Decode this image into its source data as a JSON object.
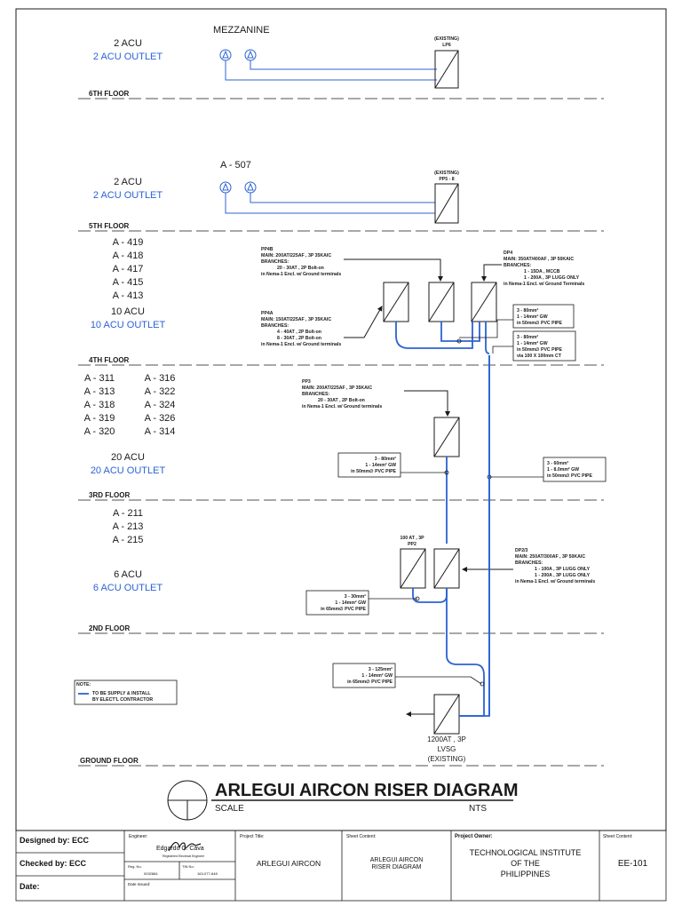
{
  "title": {
    "main": "ARLEGUI AIRCON RISER DIAGRAM",
    "scale_label": "SCALE",
    "scale_value": "NTS"
  },
  "floors": {
    "sixth": "6TH FLOOR",
    "fifth": "5TH FLOOR",
    "fourth": "4TH FLOOR",
    "third": "3RD FLOOR",
    "second": "2ND FLOOR",
    "ground": "GROUND FLOOR"
  },
  "mezzanine": {
    "label": "MEZZANINE",
    "acu": "2 ACU",
    "outlet": "2 ACU OUTLET"
  },
  "fifth_floor": {
    "room": "A - 507",
    "acu": "2 ACU",
    "outlet": "2 ACU OUTLET"
  },
  "fourth_floor": {
    "rooms": [
      "A - 419",
      "A - 418",
      "A - 417",
      "A - 415",
      "A - 413"
    ],
    "acu": "10 ACU",
    "outlet": "10 ACU OUTLET"
  },
  "third_floor": {
    "rooms_left": [
      "A - 311",
      "A - 313",
      "A - 318",
      "A - 319",
      "A - 320"
    ],
    "rooms_right": [
      "A - 316",
      "A - 322",
      "A - 324",
      "A - 326",
      "A - 314"
    ],
    "acu": "20 ACU",
    "outlet": "20 ACU OUTLET"
  },
  "second_floor": {
    "rooms": [
      "A - 211",
      "A - 213",
      "A - 215"
    ],
    "acu": "6 ACU",
    "outlet": "6 ACU OUTLET"
  },
  "panels": {
    "lp6": {
      "status": "(EXISTING)",
      "name": "LP6"
    },
    "pp5": {
      "status": "(EXISTING)",
      "name": "PP5 - 8"
    },
    "pp4b": [
      "PP4B",
      "MAIN: 200AT/225AF , 3P 35KAIC",
      "BRANCHES:",
      "20 - 30AT , 2P Bolt-on",
      "in Nema-1 Encl. w/ Ground terminals"
    ],
    "pp4a": [
      "PP4A",
      "MAIN: 150AT/225AF , 3P 35KAIC",
      "BRANCHES:",
      "4 - 40AT , 2P Bolt-on",
      "8 - 30AT , 2P Bolt-on",
      "in Nema-1 Encl. w/ Ground terminals"
    ],
    "dp4": [
      "DP4",
      "MAIN: 350AT/400AF , 3P 50KAIC",
      "BRANCHES:",
      "1 - 15DA , MCCB",
      "1 - 200A , 3P LUGG ONLY",
      "in Nema-1 Encl. w/ Ground Terminals"
    ],
    "pp3": [
      "PP3",
      "MAIN: 200AT/225AF , 3P 35KAIC",
      "BRANCHES:",
      "20 - 30AT , 2P Bolt-on",
      "in Nema-1 Encl. w/ Ground terminals"
    ],
    "pp2": [
      "100 AT , 3P",
      "PP2"
    ],
    "dp23": [
      "DP2/3",
      "MAIN: 250AT/300AF , 3P 50KAIC",
      "BRANCHES:",
      "1 - 100A , 3P LUGG ONLY",
      "1 - 200A , 3P LUGG ONLY",
      "in Nema-1 Encl. w/ Ground terminals"
    ],
    "lvsg": [
      "1200AT , 3P",
      "LVSG",
      "(EXISTING)"
    ]
  },
  "cables": {
    "c4a": [
      "3 - 80mm²",
      "1 - 14mm² GW",
      "in 50mm∅ PVC PIPE"
    ],
    "c4b": [
      "3 - 80mm²",
      "1 - 14mm² GW",
      "in 50mm∅ PVC PIPE",
      "via 100 X 100mm CT"
    ],
    "c3l": [
      "3 - 80mm²",
      "1 - 14mm² GW",
      "in 50mm∅ PVC PIPE"
    ],
    "c3r": [
      "3 - 60mm²",
      "1 - 8.0mm² GW",
      "in 50mm∅ PVC PIPE"
    ],
    "c2": [
      "3 - 30mm²",
      "1 - 14mm² GW",
      "in 65mm∅ PVC PIPE"
    ],
    "cg": [
      "3 - 125mm²",
      "1 - 14mm² GW",
      "in 65mm∅ PVC PIPE"
    ]
  },
  "note": {
    "title": "NOTE:",
    "lines": [
      "TO BE SUPPLY & INSTALL",
      "BY ELECT'L CONTRACTOR"
    ]
  },
  "title_block": {
    "designed_by": "Designed by: ECC",
    "checked_by": "Checked by: ECC",
    "date": "Date:",
    "engineer_label": "Engineer:",
    "engineer_name": "Edgardo C. Cava",
    "engineer_title": "Registered Electrical Engineer",
    "reg_no_label": "Reg. No.",
    "reg_no": "0032884",
    "tin_label": "TIN No.",
    "tin": "163-077-848",
    "date_issued": "Date Issued:",
    "project_title_label": "Project Title:",
    "project_title": "ARLEGUI AIRCON",
    "sheet_content_label": "Sheet Content:",
    "sheet_content": [
      "ARLEGUI AIRCON",
      "RISER DIAGRAM"
    ],
    "owner_label": "Project Owner:",
    "owner": [
      "TECHNOLOGICAL INSTITUTE",
      "OF THE",
      "PHILIPPINES"
    ],
    "sheet_no_label": "Sheet Content:",
    "sheet_no": "EE-101"
  },
  "colors": {
    "wire": "#2b63d4",
    "line": "#1a1a1a"
  }
}
